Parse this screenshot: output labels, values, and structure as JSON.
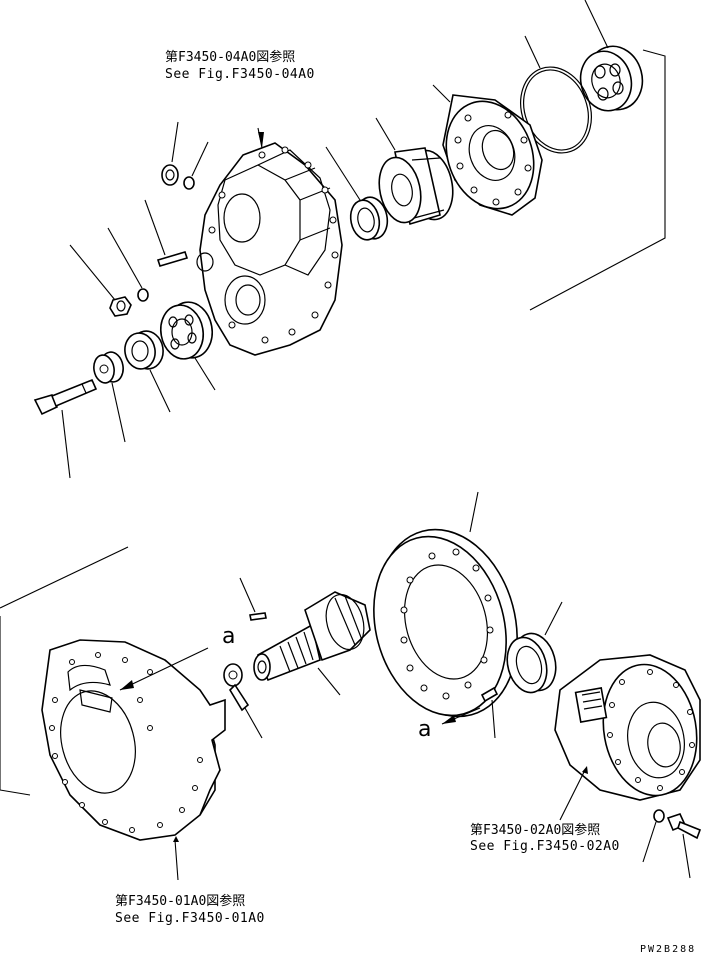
{
  "references": {
    "upper_housing": {
      "jp": "第F3450-04A0図参照",
      "en": "See Fig.F3450-04A0"
    },
    "lower_housing": {
      "jp": "第F3450-01A0図参照",
      "en": "See Fig.F3450-01A0"
    },
    "differential": {
      "jp": "第F3450-02A0図参照",
      "en": "See Fig.F3450-02A0"
    }
  },
  "labels": {
    "a_left": "a",
    "a_right": "a"
  },
  "drawing_code": "PW2B288"
}
